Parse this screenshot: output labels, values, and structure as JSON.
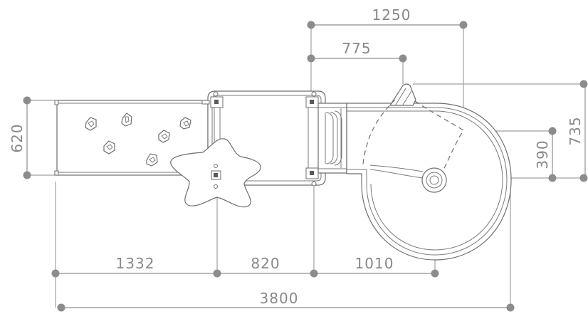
{
  "dimensions": {
    "overall_length": "3800",
    "segment_climbing_wall": "1332",
    "segment_platform": "820",
    "segment_slide": "1010",
    "top_width": "1250",
    "top_inner": "775",
    "right_height": "735",
    "right_inner": "390",
    "left_wall_width": "620"
  },
  "colors": {
    "line": "#6e6e6e",
    "dimension": "#a0a0a0",
    "text": "#888888"
  }
}
